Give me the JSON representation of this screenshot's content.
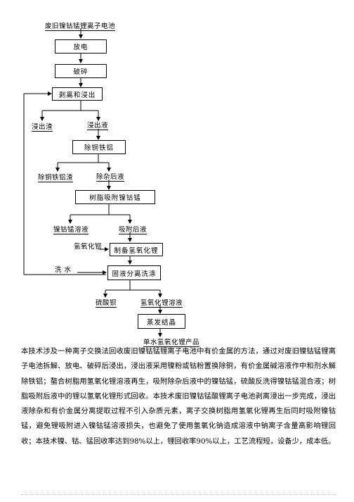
{
  "flowchart": {
    "title": "废旧镍钴锰锂离子电池",
    "steps": {
      "discharge": "放电",
      "crush": "破碎",
      "strip_leach": "剥离和浸出",
      "remove_cu_fe_al": "除铜铁铝",
      "resin_adsorb": "树脂吸附镍钴锰",
      "prep_lioh": "制备氢氧化锂",
      "solid_liquid": "固液分离洗涤",
      "evaporate": "蒸发结晶"
    },
    "labels": {
      "leach_residue": "浸出渣",
      "leachate": "浸出液",
      "cu_fe_al_slag": "除铜铁铝渣",
      "after_impurity": "除杂后液",
      "nicomn_solution": "镍钴锰溶液",
      "after_adsorb": "吸附后液",
      "barium_hydroxide": "氢氧化钡",
      "wash_water": "洗 水",
      "barium_sulfate": "硫酸钡",
      "lioh_solution": "氢氧化锂溶液",
      "product": "单水氢氧化锂产品"
    }
  },
  "paragraph": "本技术涉及一种离子交换法回收废旧镍钴锰锂离子电池中有价金属的方法，通过对废旧镍钴锰锂离子电池拆解、放电、破碎后浸出，浸出液采用镍粉或钴粉置换除铜，有价金属碱溶液作中和剂水解除铁铝；螯合树脂用氢氧化锂溶液再生，吸附除杂后液中的镍钴锰，硫酸反洗得镍钴锰混合液；树脂吸附后液中的锂以氢氧化锂形式回收。本技术废旧镍钴锰酸锂离子电池剥离浸出一步完成，浸出液除杂和有价金属分离提取过程不引入杂质元素，离子交换树脂用氢氧化锂再生后同时吸附镍钴锰，避免锂吸附进入镍钴锰溶液损失，也避免了使用氢氧化钠造成溶液中钠离子含量高影响锂回收；本技术镍、钴、锰回收率达到98%以上，锂回收率90%以上，工艺流程短，设备少，成本低。"
}
